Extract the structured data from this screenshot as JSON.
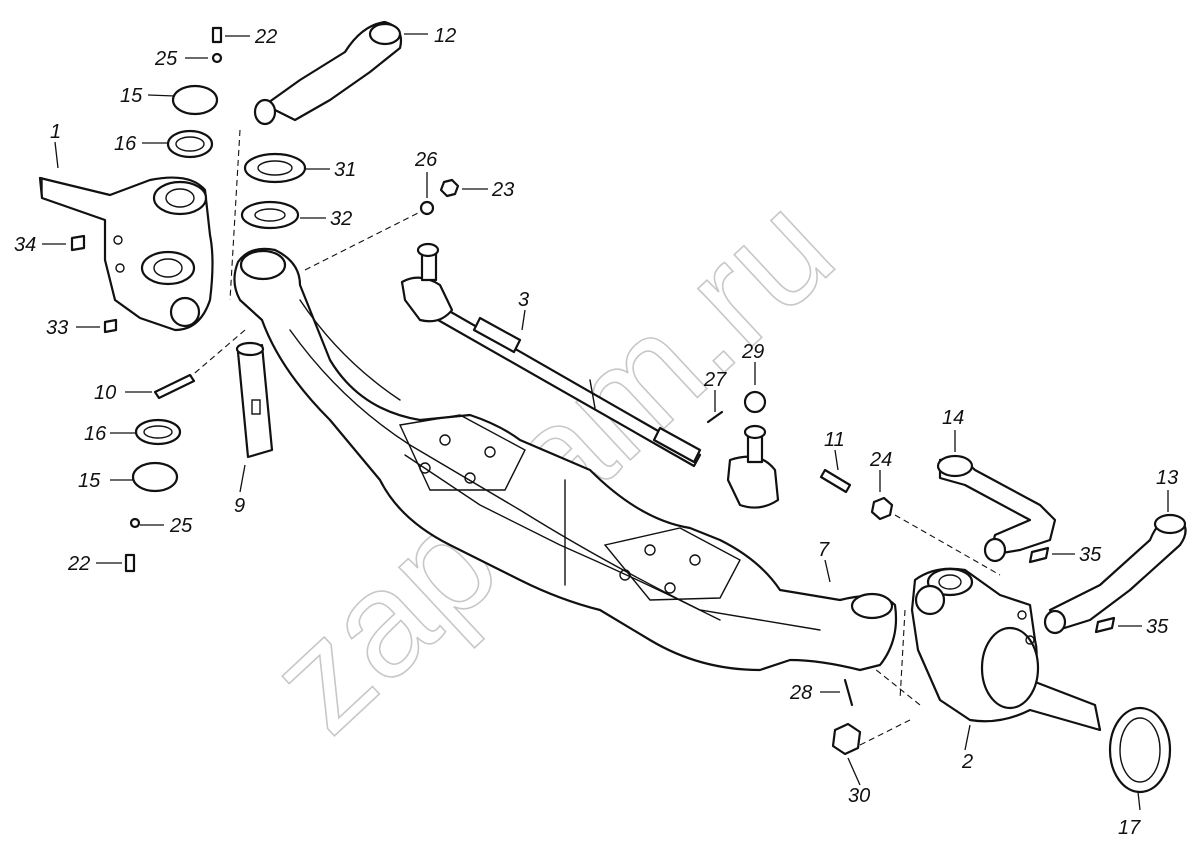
{
  "watermark": "zapkam.ru",
  "callouts": {
    "c1": "1",
    "c2": "2",
    "c3": "3",
    "c7": "7",
    "c9": "9",
    "c10": "10",
    "c11": "11",
    "c12": "12",
    "c13": "13",
    "c14": "14",
    "c15a": "15",
    "c15b": "15",
    "c16a": "16",
    "c16b": "16",
    "c17": "17",
    "c22a": "22",
    "c22b": "22",
    "c23": "23",
    "c24": "24",
    "c25a": "25",
    "c25b": "25",
    "c26": "26",
    "c27": "27",
    "c28": "28",
    "c29": "29",
    "c30": "30",
    "c31": "31",
    "c32": "32",
    "c33": "33",
    "c34": "34",
    "c35a": "35",
    "c35b": "35"
  }
}
